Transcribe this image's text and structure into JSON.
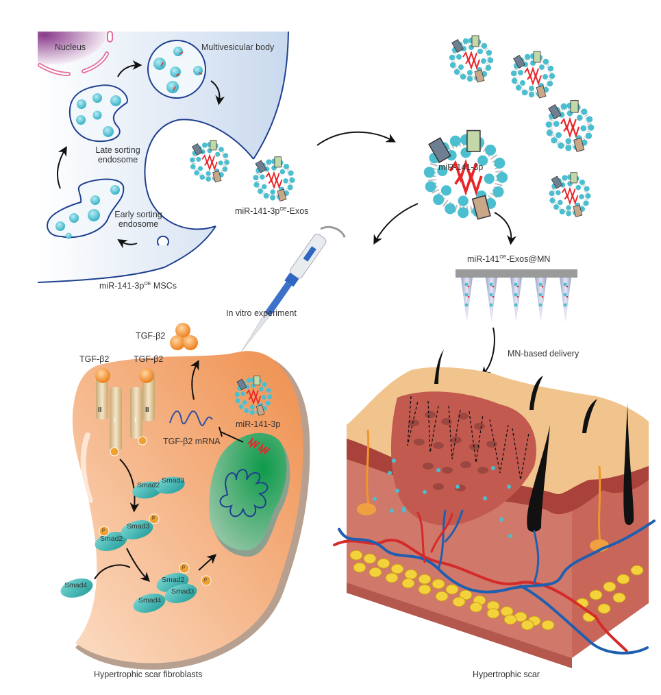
{
  "labels": {
    "nucleus": "Nucleus",
    "multivesicular_body": "Multivesicular body",
    "late_sorting_endosome": [
      "Late sorting",
      "endosome"
    ],
    "early_sorting_endosome": [
      "Early sorting",
      "endosome"
    ],
    "exos": {
      "pre": "miR-141-3p",
      "sup": "OE",
      "post": "-Exos"
    },
    "mscs": {
      "pre": "miR-141-3p",
      "sup": "OE",
      "post": " MSCs"
    },
    "exosome_cargo": "miR-141-3p",
    "mn_patch": {
      "pre": "miR-141",
      "sup": "OE",
      "post": "-Exos@MN"
    },
    "mn_delivery": "MN-based delivery",
    "in_vitro": "In vitro experiment",
    "tgf_free": "TGF-β2",
    "tgf_receptor_left": "TGF-β2",
    "tgf_receptor_right": "TGF-β2",
    "tgf_mrna": "TGF-β2 mRNA",
    "mirna_cell": "miR-141-3p",
    "receptor_type_II": "II",
    "receptor_type_I": "I",
    "phospho": "p",
    "smad2": "Smad2",
    "smad3": "Smad3",
    "smad4": "Smad4",
    "fibroblasts": "Hypertrophic scar fibroblasts",
    "scar": "Hypertrophic scar"
  },
  "colors": {
    "cell_fill": "#dde8f5",
    "cell_stroke": "#1f3f8f",
    "vesicle": "#4bbfd0",
    "rna": "#e8262a",
    "fibroblast": "#f2a46b",
    "nucleus_green": "#2e9b55",
    "smad": "#3bb7b5",
    "tgf_ball": "#f08c28",
    "skin_top": "#f0c48c",
    "dermis": "#c8665a",
    "vein": "#1f5fb0",
    "artery": "#d42a2a",
    "fat": "#f3d23c"
  }
}
